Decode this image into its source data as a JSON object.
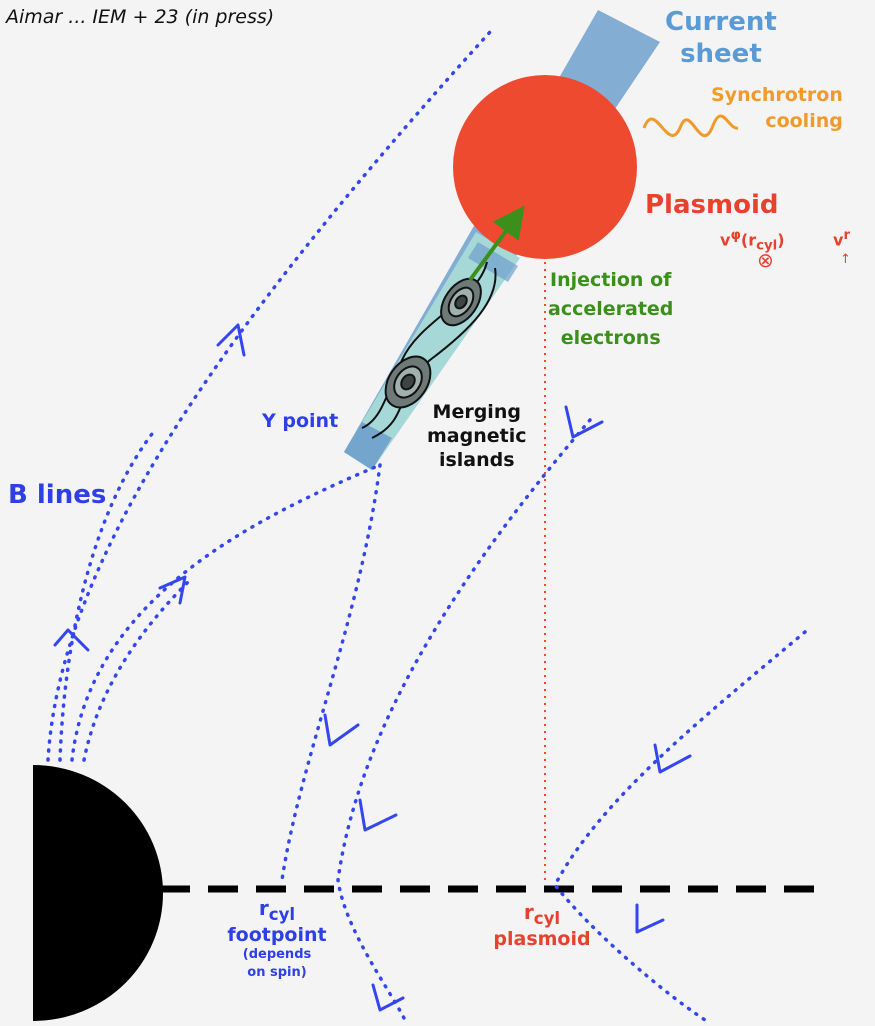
{
  "citation": "Aimar ... IEM + 23 (in press)",
  "labels": {
    "current_sheet": [
      "Current",
      "sheet"
    ],
    "synchrotron": [
      "Synchrotron",
      "cooling"
    ],
    "plasmoid": "Plasmoid",
    "v_phi": {
      "base": "v",
      "sup": "φ",
      "arg_base": "r",
      "arg_sub": "cyl"
    },
    "v_r": {
      "base": "v",
      "sup": "r"
    },
    "injection": [
      "Injection of",
      "accelerated",
      "electrons"
    ],
    "y_point": "Y point",
    "merging": [
      "Merging",
      "magnetic",
      "islands"
    ],
    "b_lines": "B lines",
    "rcyl_footpoint": {
      "base": "r",
      "sub": "cyl",
      "line2": "footpoint",
      "note1": "(depends",
      "note2": "on spin)"
    },
    "rcyl_plasmoid": {
      "base": "r",
      "sub": "cyl",
      "line2": "plasmoid"
    }
  },
  "colors": {
    "sheet": "#6fa0cc",
    "sheet_inner": "#a6d8d8",
    "plasmoid": "#ee4a2f",
    "field_line": "#3446f0",
    "injection": "#3d8f1c",
    "synchrotron": "#f19a2c",
    "black_hole": "#000000"
  },
  "icons": {
    "otimes": "⊗",
    "arrow_up": "↑"
  }
}
